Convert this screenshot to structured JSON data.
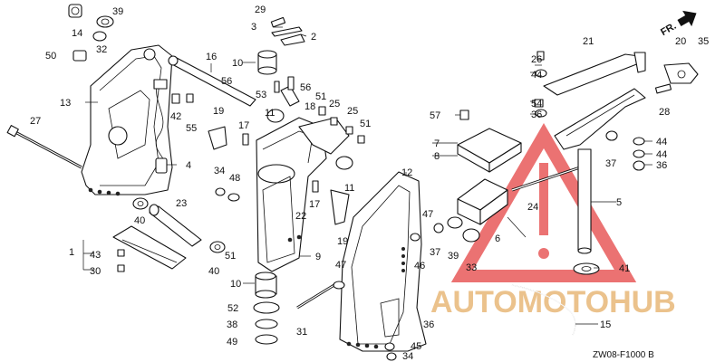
{
  "diagram": {
    "direction_label": "FR.",
    "diagram_code": "ZW08-F1000 B",
    "watermark_text": "AUTOMOTOHUB",
    "watermark_color": "#e8b879",
    "watermark_triangle_color": "#e85a5a",
    "callouts": [
      "1",
      "2",
      "3",
      "4",
      "5",
      "6",
      "8",
      "7",
      "9",
      "10",
      "10",
      "11",
      "11",
      "12",
      "13",
      "14",
      "15",
      "16",
      "17",
      "17",
      "18",
      "19",
      "19",
      "20",
      "21",
      "22",
      "23",
      "24",
      "25",
      "25",
      "26",
      "27",
      "28",
      "29",
      "30",
      "31",
      "32",
      "33",
      "34",
      "34",
      "35",
      "36",
      "36",
      "36",
      "37",
      "37",
      "38",
      "39",
      "39",
      "40",
      "40",
      "41",
      "42",
      "43",
      "44",
      "44",
      "44",
      "45",
      "46",
      "47",
      "47",
      "48",
      "49",
      "50",
      "51",
      "51",
      "51",
      "52",
      "53",
      "54",
      "55",
      "56",
      "56",
      "57"
    ]
  }
}
